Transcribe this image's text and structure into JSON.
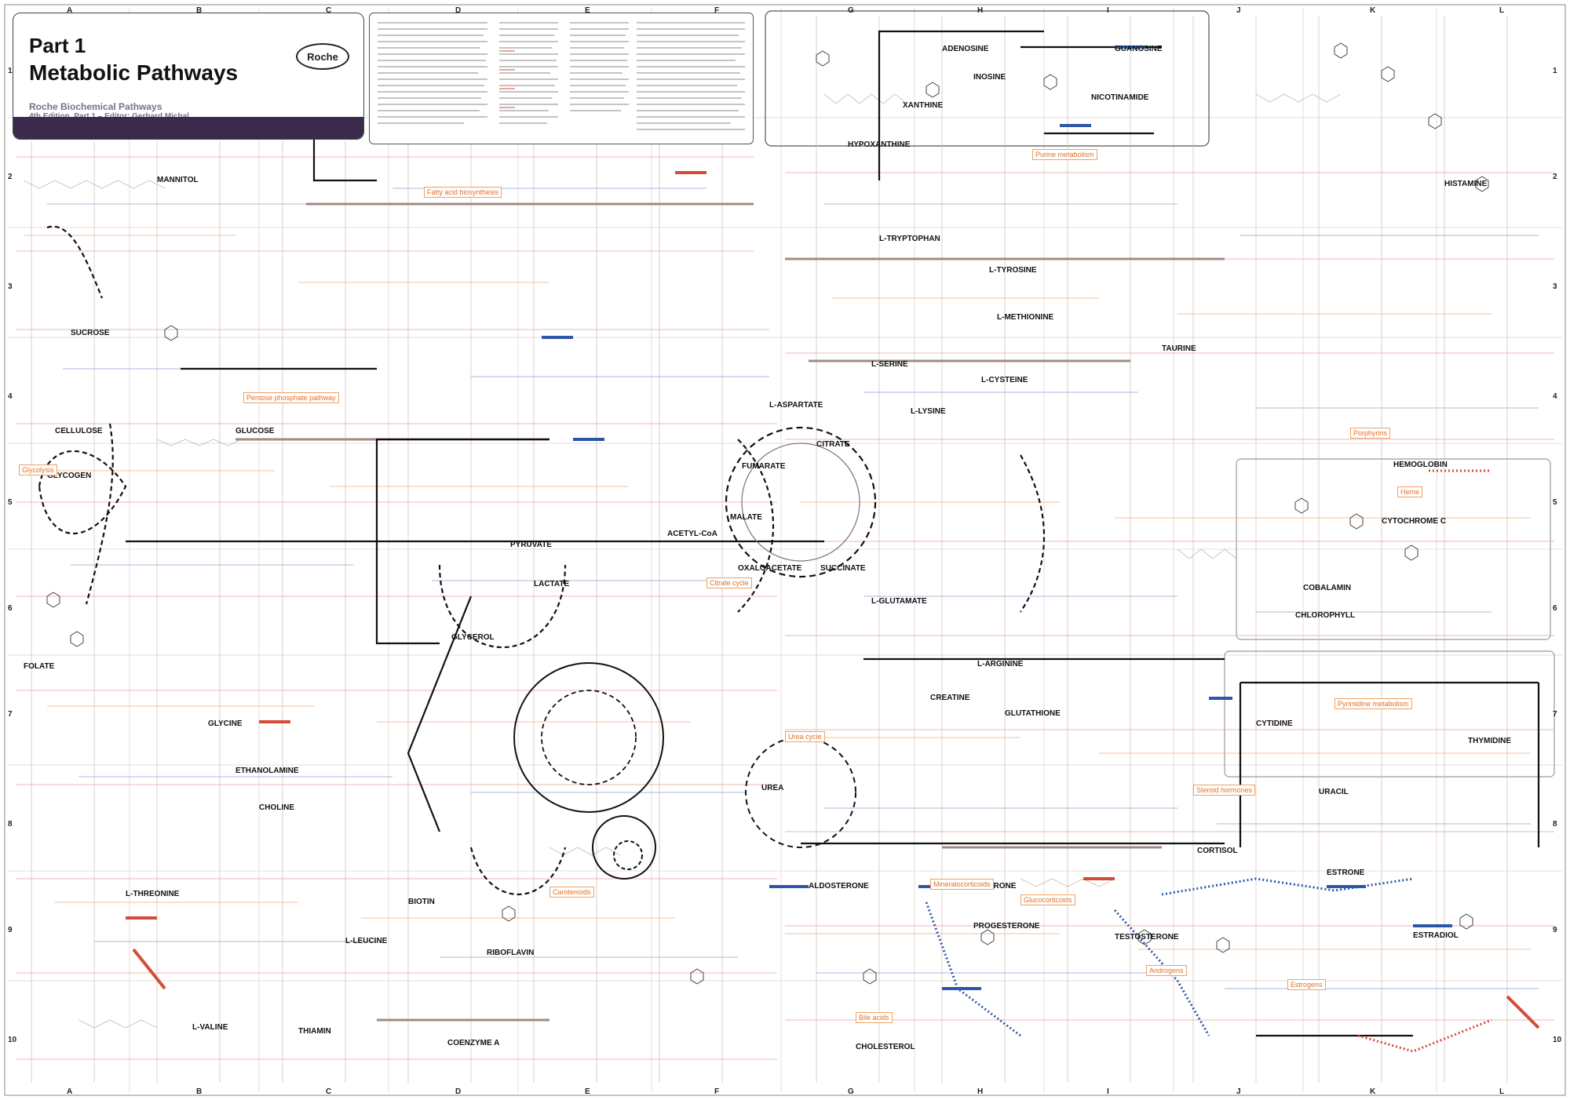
{
  "title": {
    "part": "Part 1",
    "name": "Metabolic Pathways",
    "sub1": "Roche Biochemical Pathways",
    "sub2": "4th Edition, Part 1 – Editor: Gerhard Michal",
    "logo": "Roche"
  },
  "grid": {
    "cols": [
      "A",
      "B",
      "C",
      "D",
      "E",
      "F",
      "G",
      "H",
      "I",
      "J",
      "K",
      "L"
    ],
    "rows": [
      "1",
      "2",
      "3",
      "4",
      "5",
      "6",
      "7",
      "8",
      "9",
      "10"
    ]
  },
  "labels": {
    "l1": "L-ARGININE",
    "l2": "GLUCOSE",
    "l3": "PYRUVATE",
    "l4": "ACETYL-CoA",
    "l5": "CITRATE",
    "l6": "OXALOACETATE",
    "l7": "L-GLUTAMATE",
    "l8": "L-ASPARTATE",
    "l9": "L-TYROSINE",
    "l10": "L-TRYPTOPHAN",
    "l11": "CHOLESTEROL",
    "l12": "ESTRONE",
    "l13": "CORTISOL",
    "l14": "TESTOSTERONE",
    "l15": "PROGESTERONE",
    "l16": "GLYCEROL",
    "l17": "UREA",
    "l18": "CREATINE",
    "l19": "L-CYSTEINE",
    "l20": "L-SERINE",
    "l21": "L-METHIONINE",
    "l22": "GLYCINE",
    "l23": "CYTOCHROME C",
    "l24": "HEMOGLOBIN",
    "l25": "CHLOROPHYLL",
    "l26": "CYTIDINE",
    "l27": "URACIL",
    "l28": "THYMIDINE",
    "l29": "GUANOSINE",
    "l30": "ADENOSINE",
    "l31": "INOSINE",
    "l32": "L-LEUCINE",
    "l33": "L-VALINE",
    "l34": "L-THREONINE",
    "l35": "ETHANOLAMINE",
    "l36": "CHOLINE",
    "l37": "LACTATE",
    "l38": "FUMARATE",
    "l39": "MALATE",
    "l40": "SUCCINATE",
    "l41": "ESTRADIOL",
    "l42": "ALDOSTERONE",
    "l43": "CORTICOSTERONE",
    "l44": "GLUTATHIONE",
    "l45": "L-LYSINE",
    "l46": "TAURINE",
    "l47": "XANTHINE",
    "l48": "HYPOXANTHINE",
    "l49": "NICOTINAMIDE",
    "l50": "FOLATE",
    "l51": "BIOTIN",
    "l52": "COBALAMIN",
    "l53": "CELLULOSE",
    "l54": "GLYCOGEN",
    "l55": "MANNITOL",
    "l56": "SUCROSE",
    "l57": "COENZYME A",
    "l58": "RIBOFLAVIN",
    "l59": "THIAMIN",
    "l60": "HISTAMINE"
  },
  "boxes": {
    "b1": "Fatty acid biosynthesis",
    "b2": "Citrate cycle",
    "b3": "Urea cycle",
    "b4": "Steroid hormones",
    "b5": "Porphyrins",
    "b6": "Glycolysis",
    "b7": "Pentose phosphate pathway",
    "b8": "Purine metabolism",
    "b9": "Pyrimidine metabolism",
    "b10": "Carotenoids",
    "b11": "Mineralocorticoids",
    "b12": "Glucocorticoids",
    "b13": "Androgens",
    "b14": "Estrogens",
    "b15": "Bile acids",
    "b16": "Heme"
  },
  "colors": {
    "black": "#111111",
    "blue": "#2c56a8",
    "red": "#d44b3a",
    "orange": "#e08a3a",
    "pink": "#e9a0a0",
    "gray": "#9a8f86",
    "banner": "#3c2a4d"
  }
}
